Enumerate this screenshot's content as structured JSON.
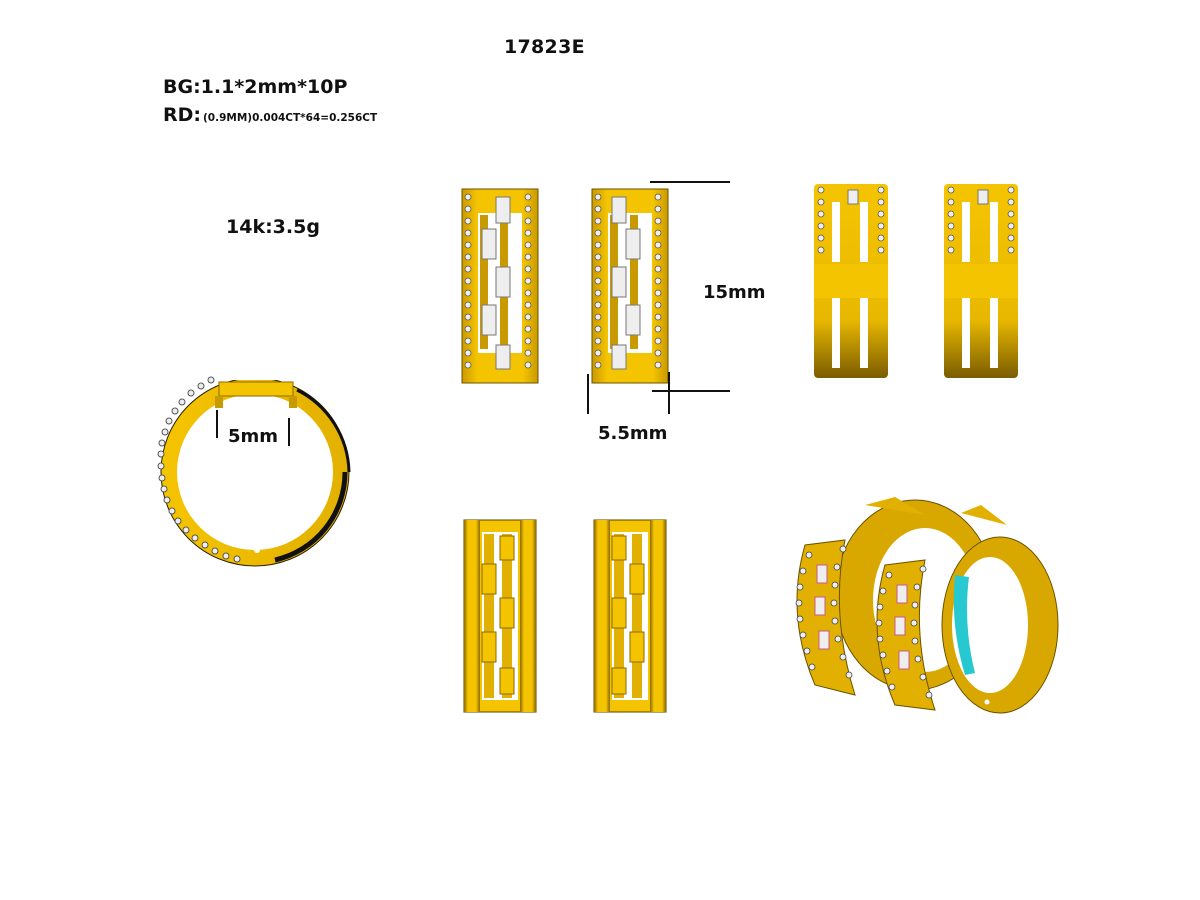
{
  "header": {
    "model_number": "17823E"
  },
  "specs": {
    "baguette": "BG:1.1*2mm*10P",
    "round_label": "RD:",
    "round_detail": "(0.9MM)0.004CT*64=0.256CT",
    "metal_weight": "14k:3.5g"
  },
  "dimensions": {
    "inner_diameter": "5mm",
    "height": "15mm",
    "width": "5.5mm"
  },
  "views": [
    {
      "name": "side-profile-view",
      "description": "Side hoop profile with pave stones and hinge"
    },
    {
      "name": "front-view-pair",
      "description": "Front view of two earrings with baguette and round stones"
    },
    {
      "name": "top-view-pair",
      "description": "Top view of two earrings"
    },
    {
      "name": "back-view-pair",
      "description": "Back view of two earrings, no stones"
    },
    {
      "name": "perspective-view",
      "description": "3D perspective of hoop pair"
    }
  ],
  "colors": {
    "gold": "#F5C400",
    "gold_dark": "#8A6A00",
    "gold_shade": "#C99A00",
    "stone": "#E8E8E8",
    "accent_cyan": "#28C8D0",
    "pink_stone": "#C85A8A",
    "line": "#111111"
  }
}
